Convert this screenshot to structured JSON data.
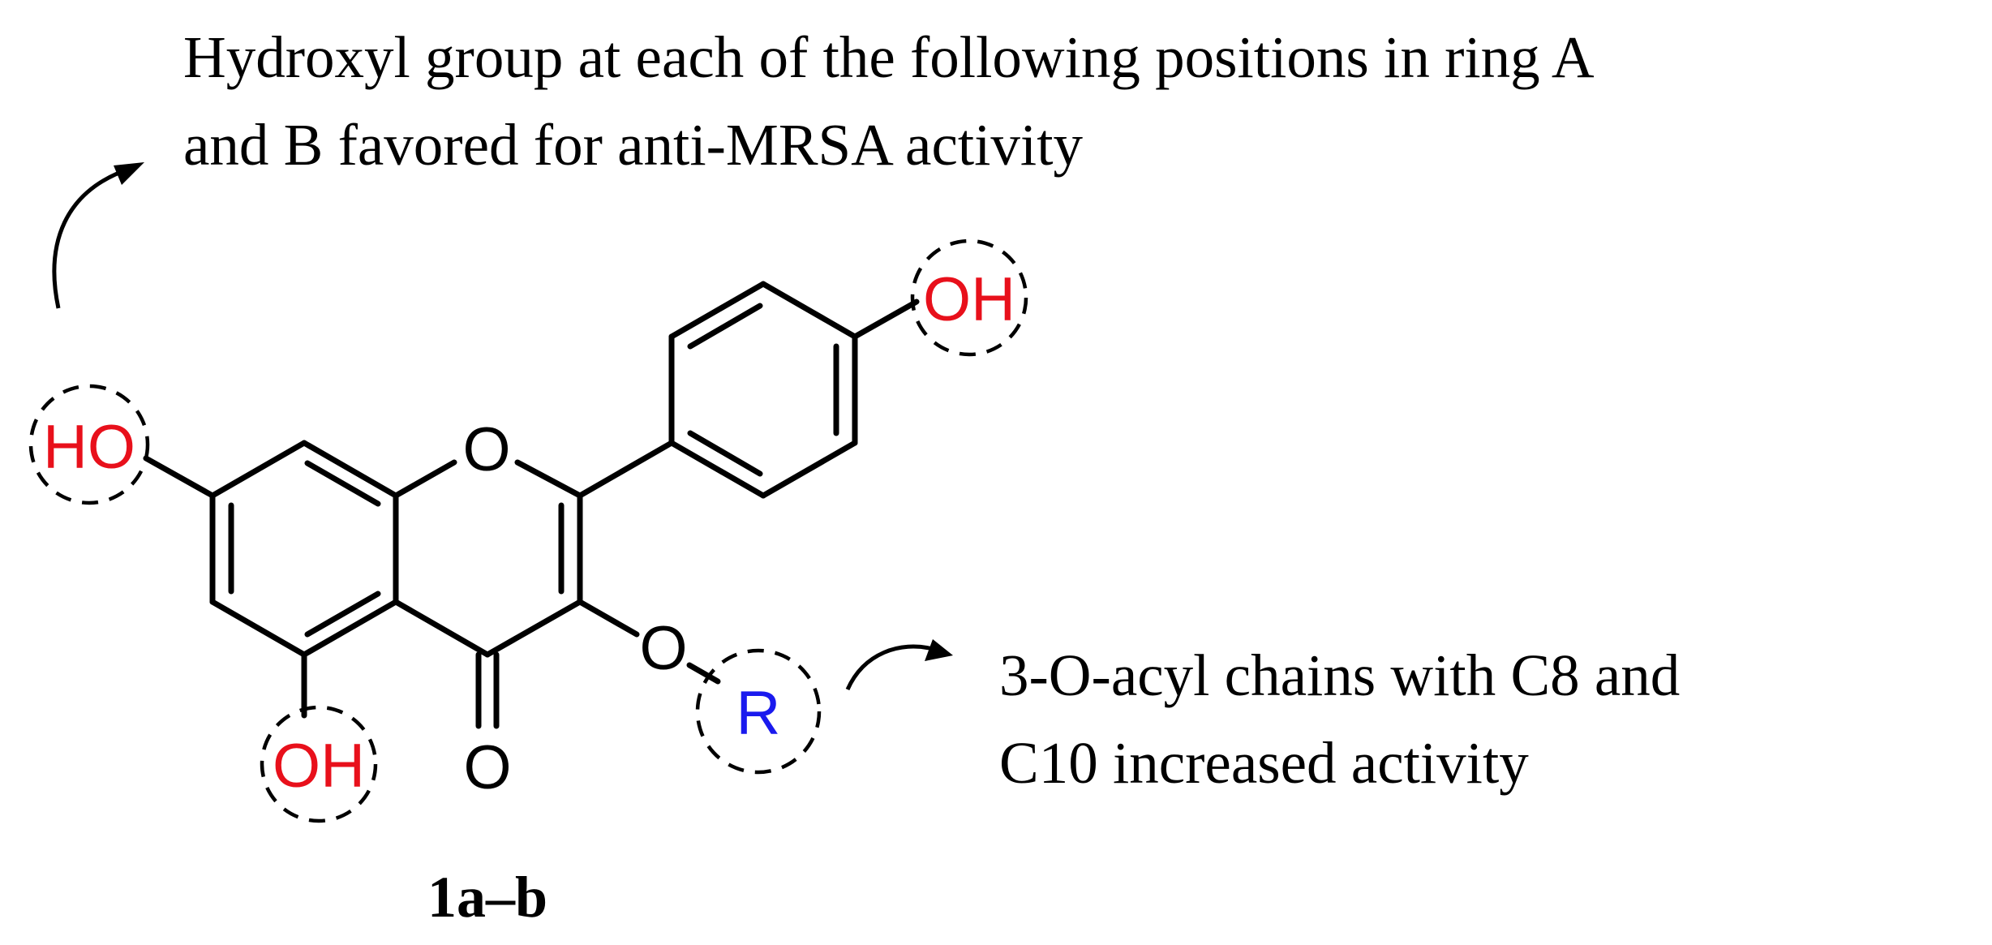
{
  "annotations": {
    "top_line1": "Hydroxyl group at each of the following positions in ring A",
    "top_line2": "and B favored for anti-MRSA activity",
    "right_line1": "3-O-acyl chains with C8 and",
    "right_line2": "C10 increased activity"
  },
  "molecule": {
    "oh_b_ring": "OH",
    "ho_ring_a": "HO",
    "oh_position5": "OH",
    "ring_oxygen": "O",
    "carbonyl_oxygen": "O",
    "ester_oxygen": "O",
    "r_group": "R"
  },
  "compound_label": "1a–b",
  "colors": {
    "hydroxyl": "#e8101b",
    "r_group": "#1a1aee",
    "text": "#000000"
  }
}
